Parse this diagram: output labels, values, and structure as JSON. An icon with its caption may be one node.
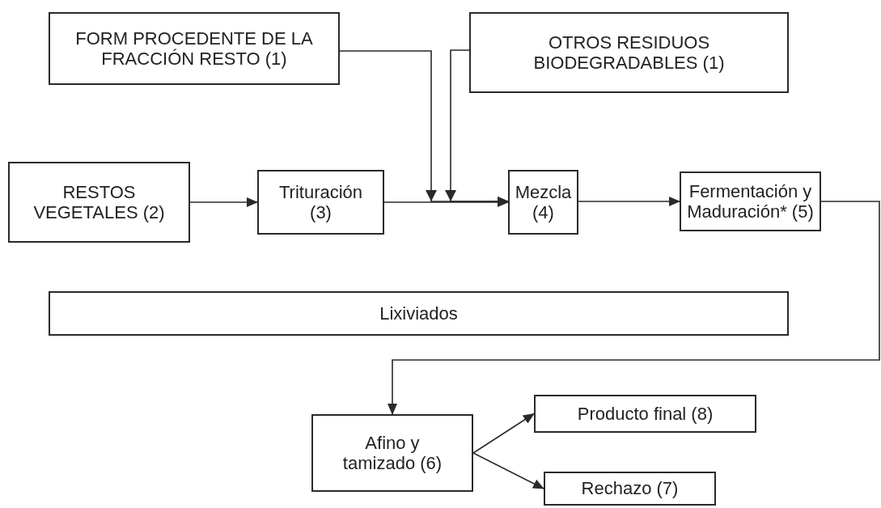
{
  "diagram": {
    "nodes": [
      {
        "text": [
          "FORM PROCEDENTE DE LA FRACCIÓN RESTO (1)"
        ]
      },
      {
        "text": [
          "OTROS RESIDUOS BIODEGRADABLES (1)"
        ]
      },
      {
        "text": [
          "RESTOS VEGETALES (2)"
        ]
      },
      {
        "text": [
          "Trituración (3)"
        ]
      },
      {
        "text": [
          "Mezcla (4)"
        ]
      },
      {
        "text": [
          "Fermentación y Maduración* (5)"
        ]
      },
      {
        "text": [
          "Lixiviados"
        ]
      },
      {
        "text": [
          "Afino y tamizado (6)"
        ]
      },
      {
        "text": [
          "Producto final (8)"
        ]
      },
      {
        "text": [
          "Rechazo (7)"
        ]
      }
    ],
    "edges": [
      {
        "from": 0,
        "to": 4,
        "arrow": "to"
      },
      {
        "from": 1,
        "to": 4,
        "arrow": "to"
      },
      {
        "from": 2,
        "to": 3,
        "arrow": "to"
      },
      {
        "from": 3,
        "to": 4,
        "arrow": "to"
      },
      {
        "from": 4,
        "to": 5,
        "arrow": "to"
      },
      {
        "from": 5,
        "to": 7,
        "arrow": "to"
      },
      {
        "from": 7,
        "to": 8,
        "arrow": "to"
      },
      {
        "from": 7,
        "to": 9,
        "arrow": "to"
      }
    ]
  }
}
